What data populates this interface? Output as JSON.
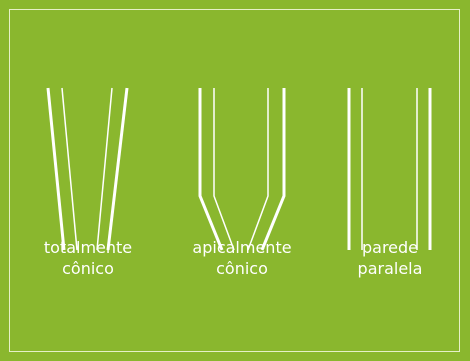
{
  "colors": {
    "background": "#8ab72e",
    "lines": "#ffffff",
    "frame": "#e6f0c8"
  },
  "items": [
    {
      "line1": "totalmente",
      "line2": "cônico"
    },
    {
      "line1": "apicalmente",
      "line2": "cônico"
    },
    {
      "line1": "parede",
      "line2": "paralela"
    }
  ]
}
